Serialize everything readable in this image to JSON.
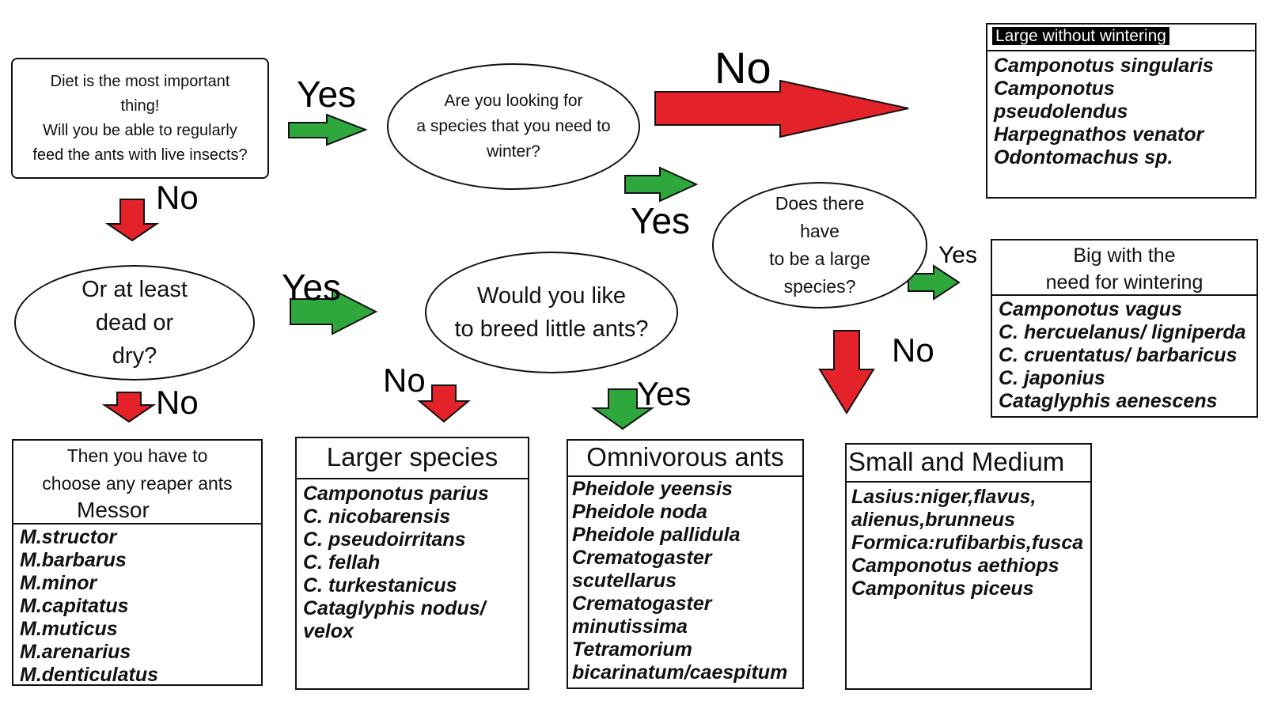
{
  "nodes": {
    "diet": {
      "lines": [
        "Diet is the most important",
        "thing!",
        "Will you be able to regularly",
        "feed the ants with live insects?"
      ]
    },
    "winter": {
      "lines": [
        "Are you looking for",
        "a species that you need to",
        "winter?"
      ]
    },
    "dead_dry": {
      "lines": [
        "Or at least",
        "dead or",
        "dry?"
      ]
    },
    "little": {
      "lines": [
        "Would you like",
        "to breed little ants?"
      ]
    },
    "large": {
      "lines": [
        "Does there",
        "have",
        "to be a large",
        "species?"
      ]
    }
  },
  "labels": {
    "yes_1": "Yes",
    "no_1": "No",
    "no_top": "No",
    "yes_2": "Yes",
    "yes_3": "Yes",
    "yes_4": "Yes",
    "no_2": "No",
    "no_3": "No",
    "yes_5": "Yes",
    "no_4": "No"
  },
  "results": {
    "large_no_winter": {
      "header": [
        "Large without wintering"
      ],
      "species": [
        "Camponotus singularis",
        "Camponotus",
        "pseudolendus",
        "Harpegnathos venator",
        "Odontomachus sp."
      ]
    },
    "big_winter": {
      "header": [
        "Big with the",
        "need for wintering"
      ],
      "species": [
        "Camponotus vagus",
        "C. hercuelanus/ ligniperda",
        "C. cruentatus/ barbaricus",
        "C. japonius",
        "Cataglyphis aenescens"
      ]
    },
    "messor": {
      "header": [
        "Then you have to",
        "choose any reaper ants",
        "Messor"
      ],
      "species": [
        "M.structor",
        "M.barbarus",
        "M.minor",
        "M.capitatus",
        "M.muticus",
        "M.arenarius",
        "M.denticulatus"
      ]
    },
    "larger": {
      "header": [
        "Larger species"
      ],
      "species": [
        "Camponotus parius",
        "C. nicobarensis",
        "C. pseudoirritans",
        "C. fellah",
        "C. turkestanicus",
        "Cataglyphis nodus/",
        "velox"
      ]
    },
    "omnivorous": {
      "header": [
        "Omnivorous ants"
      ],
      "species": [
        "Pheidole yeensis",
        "Pheidole noda",
        "Pheidole pallidula",
        "Crematogaster",
        "scutellarus",
        "Crematogaster",
        "minutissima",
        "Tetramorium",
        "bicarinatum/caespitum"
      ]
    },
    "small_medium": {
      "header": [
        "Small and Medium"
      ],
      "species": [
        "Lasius:niger,flavus,",
        "alienus,brunneus",
        "Formica:rufibarbis,fusca",
        "Camponotus aethiops",
        "Camponitus piceus"
      ]
    }
  },
  "colors": {
    "yes_arrow": "#2ea83c",
    "no_arrow": "#e3222a",
    "outline": "#111111"
  }
}
